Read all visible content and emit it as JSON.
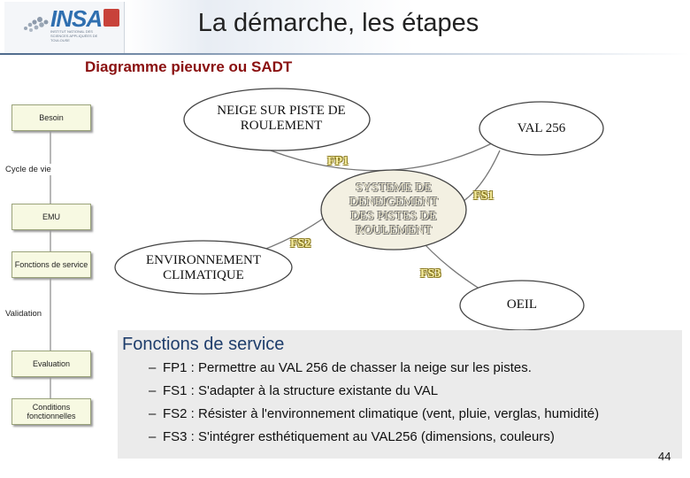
{
  "header": {
    "title": "La démarche, les étapes",
    "logo_text": "INSA",
    "logo_subtext": "INSTITUT NATIONAL DES SCIENCES APPLIQUÉES DE TOULOUSE"
  },
  "subtitle": "Diagramme pieuvre ou SADT",
  "sidebar": {
    "boxes": [
      {
        "label": "Besoin"
      },
      {
        "label": "EMU"
      },
      {
        "label": "Fonctions de service"
      },
      {
        "label": "Evaluation"
      },
      {
        "label": "Conditions fonctionnelles"
      }
    ],
    "labels": [
      {
        "label": "Cycle de vie"
      },
      {
        "label": "Validation"
      }
    ]
  },
  "diagram": {
    "center": "SYSTEME DE DENEIGEMENT DES PISTES DE ROULEMENT",
    "nodes": {
      "neige": "NEIGE SUR PISTE DE ROULEMENT",
      "val": "VAL 256",
      "env": "ENVIRONNEMENT CLIMATIQUE",
      "oeil": "OEIL"
    },
    "functions": {
      "fp1": "FP1",
      "fs1": "FS1",
      "fs2": "FS2",
      "fs3": "FS3"
    }
  },
  "fonctions": {
    "title": "Fonctions de service",
    "items": [
      {
        "dash": "–",
        "text": "FP1 : Permettre au VAL 256 de chasser la neige sur les pistes."
      },
      {
        "dash": "–",
        "text": "FS1 : S'adapter à la structure existante du VAL"
      },
      {
        "dash": "–",
        "text": "FS2 : Résister à l'environnement climatique (vent, pluie, verglas, humidité)"
      },
      {
        "dash": "–",
        "text": "FS3 : S'intégrer esthétiquement au VAL256 (dimensions, couleurs)"
      }
    ]
  },
  "page_number": "44",
  "colors": {
    "subtitle": "#8a1010",
    "fs_title": "#1e3d6b",
    "logo": "#2f6fb0",
    "function_tag": "#f6eda0",
    "box_fill": "#f7f9e2"
  }
}
